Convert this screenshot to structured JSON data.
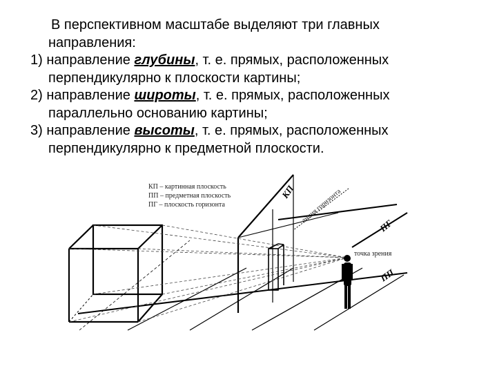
{
  "intro": {
    "line1": "В перспективном масштабе выделяют три главных",
    "line2": "направления:"
  },
  "items": [
    {
      "prefix": "1) направление ",
      "term": "глубины",
      "suffix": ", т. е. прямых, расположенных",
      "cont": "перпендикулярно к плоскости картины;"
    },
    {
      "prefix": "2) направление ",
      "term": "широты",
      "suffix": ", т. е. прямых, расположенных",
      "cont": "параллельно основанию картины;"
    },
    {
      "prefix": "3) направление ",
      "term": "высоты",
      "suffix": ", т. е. прямых, расположенных",
      "cont": "перпендикулярно к предметной плоскости."
    }
  ],
  "figure": {
    "legend": [
      "КП – картинная плоскость",
      "ПП – предметная плоскость",
      "ПГ – плоскость горизонта"
    ],
    "labels": {
      "kp": "КП",
      "pg": "ПГ",
      "pp": "ПП",
      "tochka": "точка зрения",
      "liniya": "линия горизонта"
    }
  }
}
